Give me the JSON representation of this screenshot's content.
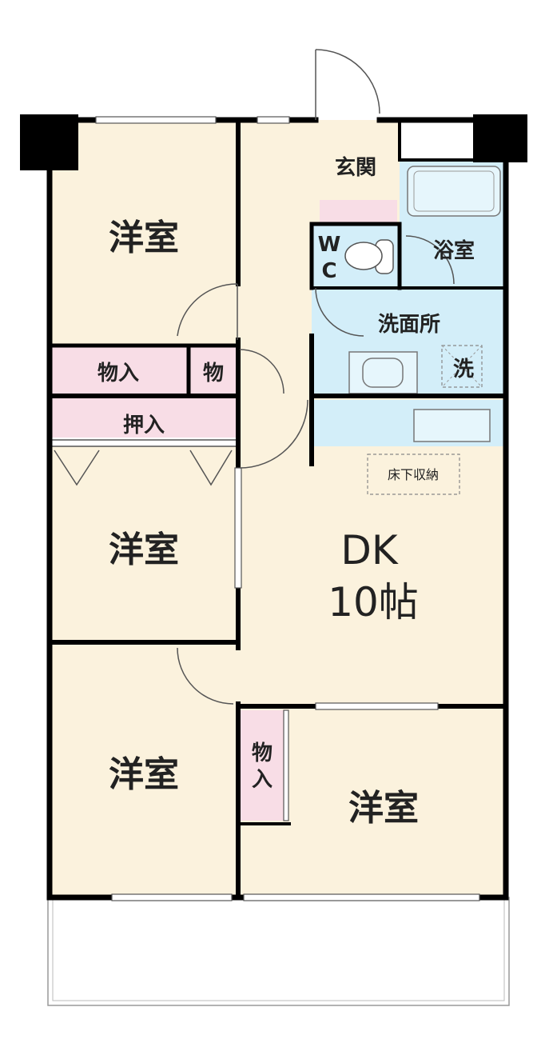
{
  "rooms": {
    "western_top": "洋室",
    "western_mid": "洋室",
    "western_bottom_left": "洋室",
    "western_bottom_right": "洋室",
    "entrance": "玄関",
    "toilet_w": "W",
    "toilet_c": "C",
    "bath": "浴室",
    "washroom": "洗面所",
    "washer": "洗",
    "storage_left": "物入",
    "storage_small": "物",
    "closet_oshiire": "押入",
    "underfloor_storage": "床下収納",
    "dk_line1": "DK",
    "dk_line2": "10帖",
    "storage_vertical_1": "物",
    "storage_vertical_2": "入"
  },
  "colors": {
    "room_fill": "#fbf2dd",
    "wet_fill": "#d3eef9",
    "storage_fill": "#f8dde6",
    "wall": "#000000"
  }
}
